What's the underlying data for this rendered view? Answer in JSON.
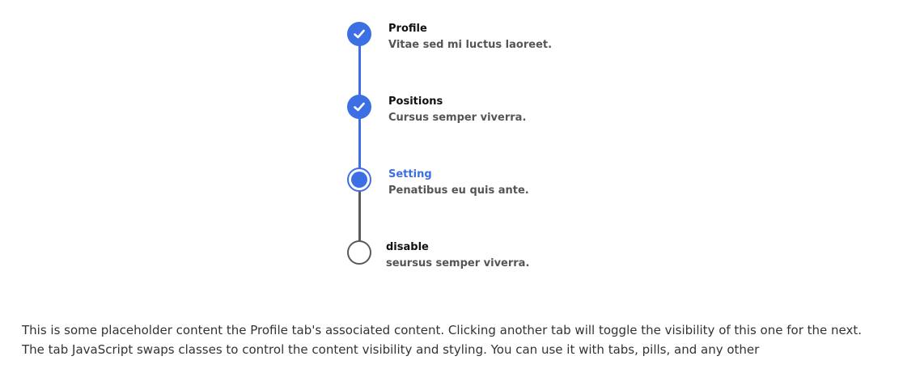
{
  "stepper": {
    "steps": [
      {
        "title": "Profile",
        "description": "Vitae sed mi luctus laoreet.",
        "state": "complete"
      },
      {
        "title": "Positions",
        "description": "Cursus semper viverra.",
        "state": "complete"
      },
      {
        "title": "Setting",
        "description": "Penatibus eu quis ante.",
        "state": "current"
      },
      {
        "title": "disable",
        "description": "seursus semper viverra.",
        "state": "disabled"
      }
    ]
  },
  "content": {
    "paragraph_1": "This is some placeholder content the Profile tab's associated content. Clicking another tab will toggle the visibility of this one for the next.",
    "paragraph_2": "The tab JavaScript swaps classes to control the content visibility and styling. You can use it with tabs, pills, and any other"
  },
  "colors": {
    "accent": "#3b6fe3",
    "inactive": "#5a5a5a"
  }
}
